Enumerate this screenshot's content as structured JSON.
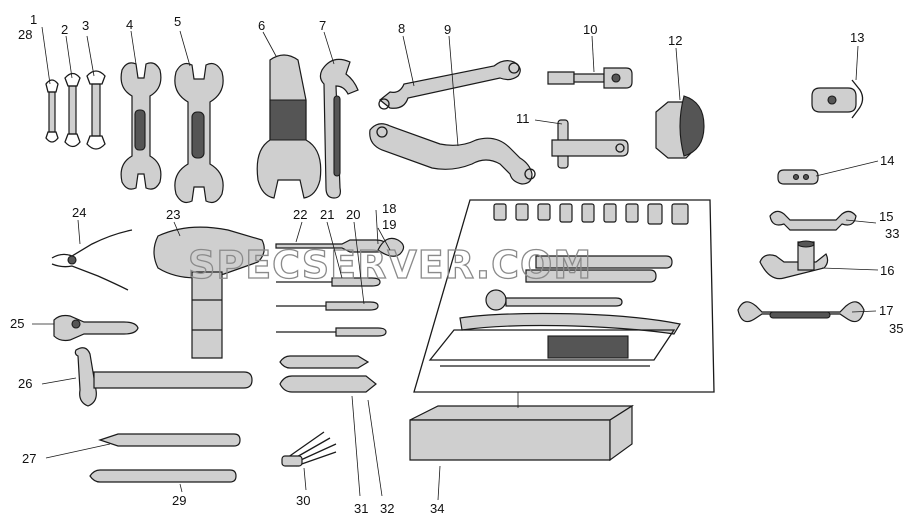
{
  "watermark": "SPECSERVER.COM",
  "callouts": {
    "c1": "1",
    "c28": "28",
    "c2": "2",
    "c3": "3",
    "c4": "4",
    "c5": "5",
    "c6": "6",
    "c7": "7",
    "c8": "8",
    "c9": "9",
    "c10": "10",
    "c11": "11",
    "c12": "12",
    "c13": "13",
    "c14": "14",
    "c15": "15",
    "c33": "33",
    "c16": "16",
    "c17": "17",
    "c35": "35",
    "c18": "18",
    "c19": "19",
    "c20": "20",
    "c21": "21",
    "c22": "22",
    "c23": "23",
    "c24": "24",
    "c25": "25",
    "c26": "26",
    "c27": "27",
    "c29": "29",
    "c30": "30",
    "c31": "31",
    "c32": "32",
    "c34": "34"
  }
}
